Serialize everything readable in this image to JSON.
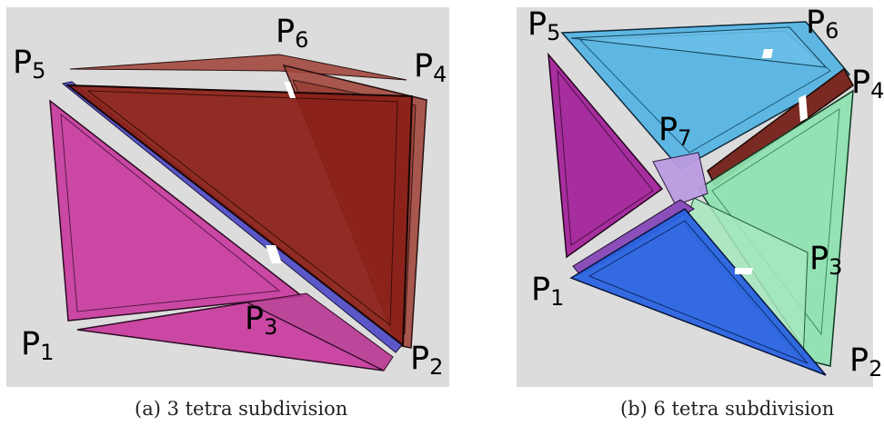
{
  "figure": {
    "panel_a": {
      "caption": "(a) 3 tetra subdivision",
      "labels": [
        {
          "base": "P",
          "sub": "1"
        },
        {
          "base": "P",
          "sub": "2"
        },
        {
          "base": "P",
          "sub": "3"
        },
        {
          "base": "P",
          "sub": "4"
        },
        {
          "base": "P",
          "sub": "5"
        },
        {
          "base": "P",
          "sub": "6"
        }
      ]
    },
    "panel_b": {
      "caption": "(b) 6 tetra subdivision",
      "labels": [
        {
          "base": "P",
          "sub": "1"
        },
        {
          "base": "P",
          "sub": "2"
        },
        {
          "base": "P",
          "sub": "3"
        },
        {
          "base": "P",
          "sub": "4"
        },
        {
          "base": "P",
          "sub": "5"
        },
        {
          "base": "P",
          "sub": "6"
        },
        {
          "base": "P",
          "sub": "7"
        }
      ]
    },
    "colors": {
      "background": "#dcdcdc",
      "magenta": "#c83fa0",
      "dark_red": "#8b2218",
      "rose_brown": "#a2483e",
      "blue_violet": "#5b57c9",
      "sky_blue": "#56b4e2",
      "purple": "#a3249a",
      "royal_blue": "#2a63e0",
      "mint_green": "#8fe0b0",
      "maroon": "#7a2a22"
    }
  }
}
